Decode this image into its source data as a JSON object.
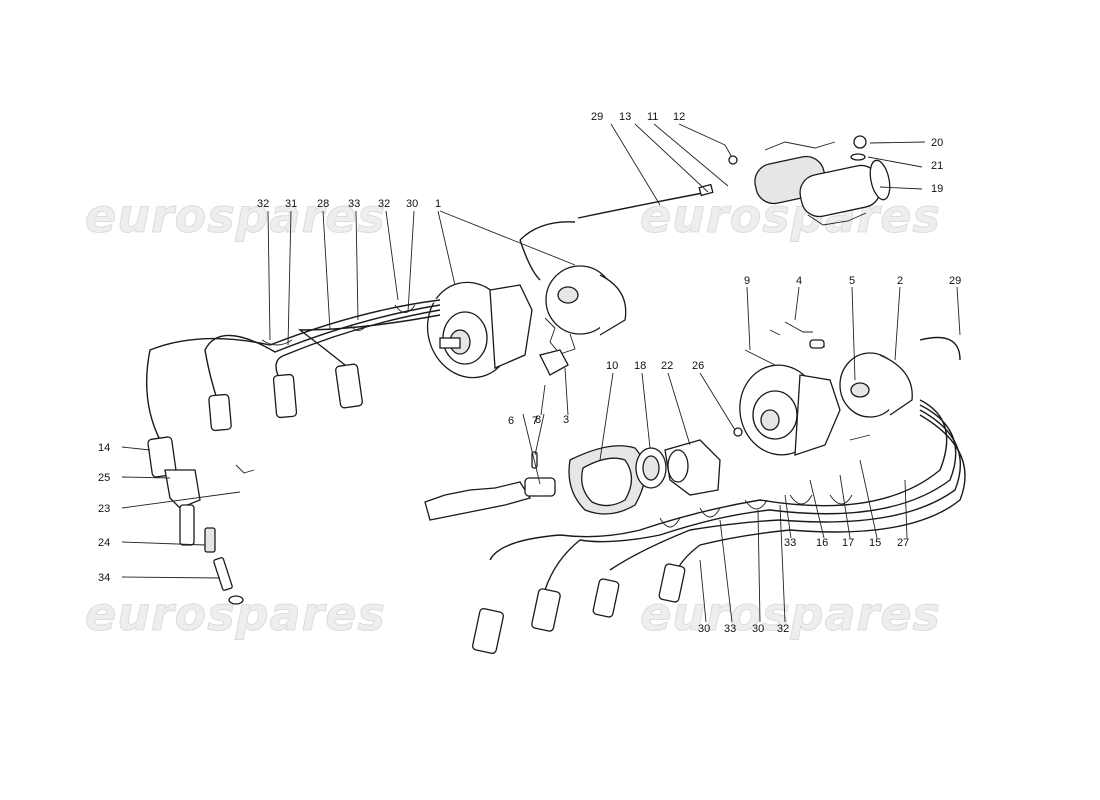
{
  "watermark": "eurospares",
  "callouts": [
    {
      "id": "c32a",
      "text": "32"
    },
    {
      "id": "c31",
      "text": "31"
    },
    {
      "id": "c28",
      "text": "28"
    },
    {
      "id": "c33a",
      "text": "33"
    },
    {
      "id": "c32b",
      "text": "32"
    },
    {
      "id": "c30a",
      "text": "30"
    },
    {
      "id": "c1",
      "text": "1"
    },
    {
      "id": "c29a",
      "text": "29"
    },
    {
      "id": "c13",
      "text": "13"
    },
    {
      "id": "c11",
      "text": "11"
    },
    {
      "id": "c12",
      "text": "12"
    },
    {
      "id": "c20",
      "text": "20"
    },
    {
      "id": "c21",
      "text": "21"
    },
    {
      "id": "c19",
      "text": "19"
    },
    {
      "id": "c9",
      "text": "9"
    },
    {
      "id": "c4",
      "text": "4"
    },
    {
      "id": "c5",
      "text": "5"
    },
    {
      "id": "c2",
      "text": "2"
    },
    {
      "id": "c29b",
      "text": "29"
    },
    {
      "id": "c10",
      "text": "10"
    },
    {
      "id": "c18",
      "text": "18"
    },
    {
      "id": "c22",
      "text": "22"
    },
    {
      "id": "c26",
      "text": "26"
    },
    {
      "id": "c6",
      "text": "6"
    },
    {
      "id": "c7",
      "text": "7"
    },
    {
      "id": "c8",
      "text": "8"
    },
    {
      "id": "c3",
      "text": "3"
    },
    {
      "id": "c14",
      "text": "14"
    },
    {
      "id": "c25",
      "text": "25"
    },
    {
      "id": "c23",
      "text": "23"
    },
    {
      "id": "c24",
      "text": "24"
    },
    {
      "id": "c34",
      "text": "34"
    },
    {
      "id": "c33b",
      "text": "33"
    },
    {
      "id": "c16",
      "text": "16"
    },
    {
      "id": "c17",
      "text": "17"
    },
    {
      "id": "c15",
      "text": "15"
    },
    {
      "id": "c27",
      "text": "27"
    },
    {
      "id": "c30b",
      "text": "30"
    },
    {
      "id": "c33c",
      "text": "33"
    },
    {
      "id": "c30c",
      "text": "30"
    },
    {
      "id": "c32c",
      "text": "32"
    }
  ]
}
